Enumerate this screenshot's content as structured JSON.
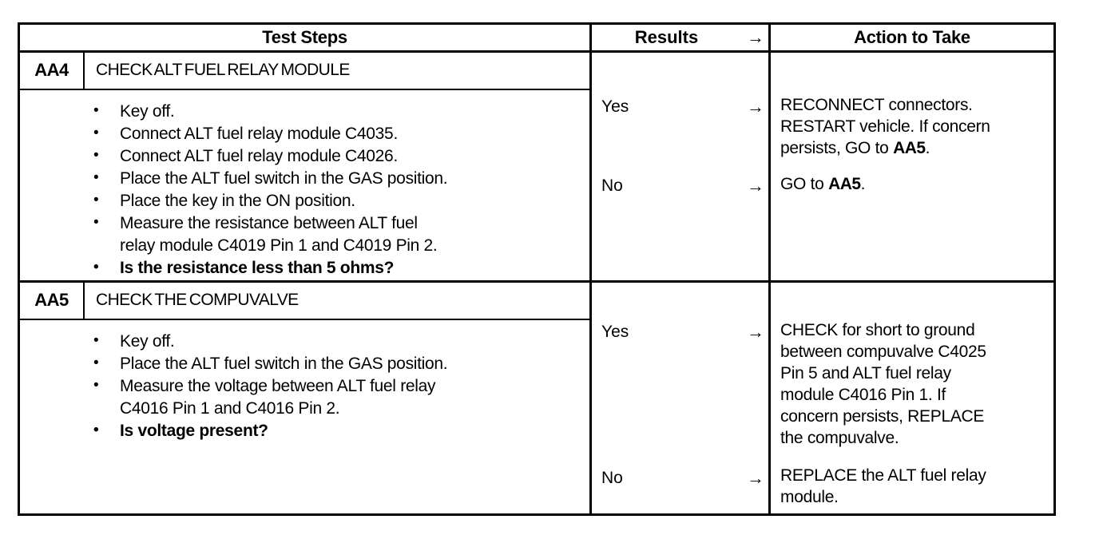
{
  "colors": {
    "ink": "#000000",
    "paper": "#ffffff"
  },
  "table": {
    "header": {
      "test_steps": "Test Steps",
      "results": "Results",
      "results_arrow": "→",
      "action": "Action to Take"
    },
    "steps": [
      {
        "id": "AA4",
        "title": "CHECK ALT FUEL RELAY MODULE",
        "bullets": [
          "Key off.",
          "Connect ALT fuel relay module C4035.",
          "Connect ALT fuel relay module C4026.",
          "Place the ALT fuel switch in the GAS position.",
          "Place the key in the ON position.",
          "Measure the resistance between ALT fuel\nrelay module C4019 Pin 1 and C4019 Pin 2."
        ],
        "question": "Is the resistance less than 5 ohms?",
        "results": [
          {
            "label": "Yes",
            "arrow": "→",
            "action_pre": "RECONNECT connectors.\nRESTART vehicle. If concern\npersists, GO to ",
            "action_bold": "AA5",
            "action_post": "."
          },
          {
            "label": "No",
            "arrow": "→",
            "action_pre": "GO to ",
            "action_bold": "AA5",
            "action_post": "."
          }
        ]
      },
      {
        "id": "AA5",
        "title": "CHECK THE COMPUVALVE",
        "bullets": [
          "Key off.",
          "Place the ALT fuel switch in the GAS position.",
          "Measure the voltage between ALT fuel relay\nC4016 Pin 1 and C4016 Pin 2."
        ],
        "question": "Is voltage present?",
        "results": [
          {
            "label": "Yes",
            "arrow": "→",
            "action_pre": "CHECK for short to ground\nbetween compuvalve C4025\nPin 5 and ALT fuel relay\nmodule C4016 Pin 1. If\nconcern persists, REPLACE\nthe compuvalve.",
            "action_bold": "",
            "action_post": ""
          },
          {
            "label": "No",
            "arrow": "→",
            "action_pre": "REPLACE the ALT fuel relay\nmodule.",
            "action_bold": "",
            "action_post": ""
          }
        ]
      }
    ]
  }
}
